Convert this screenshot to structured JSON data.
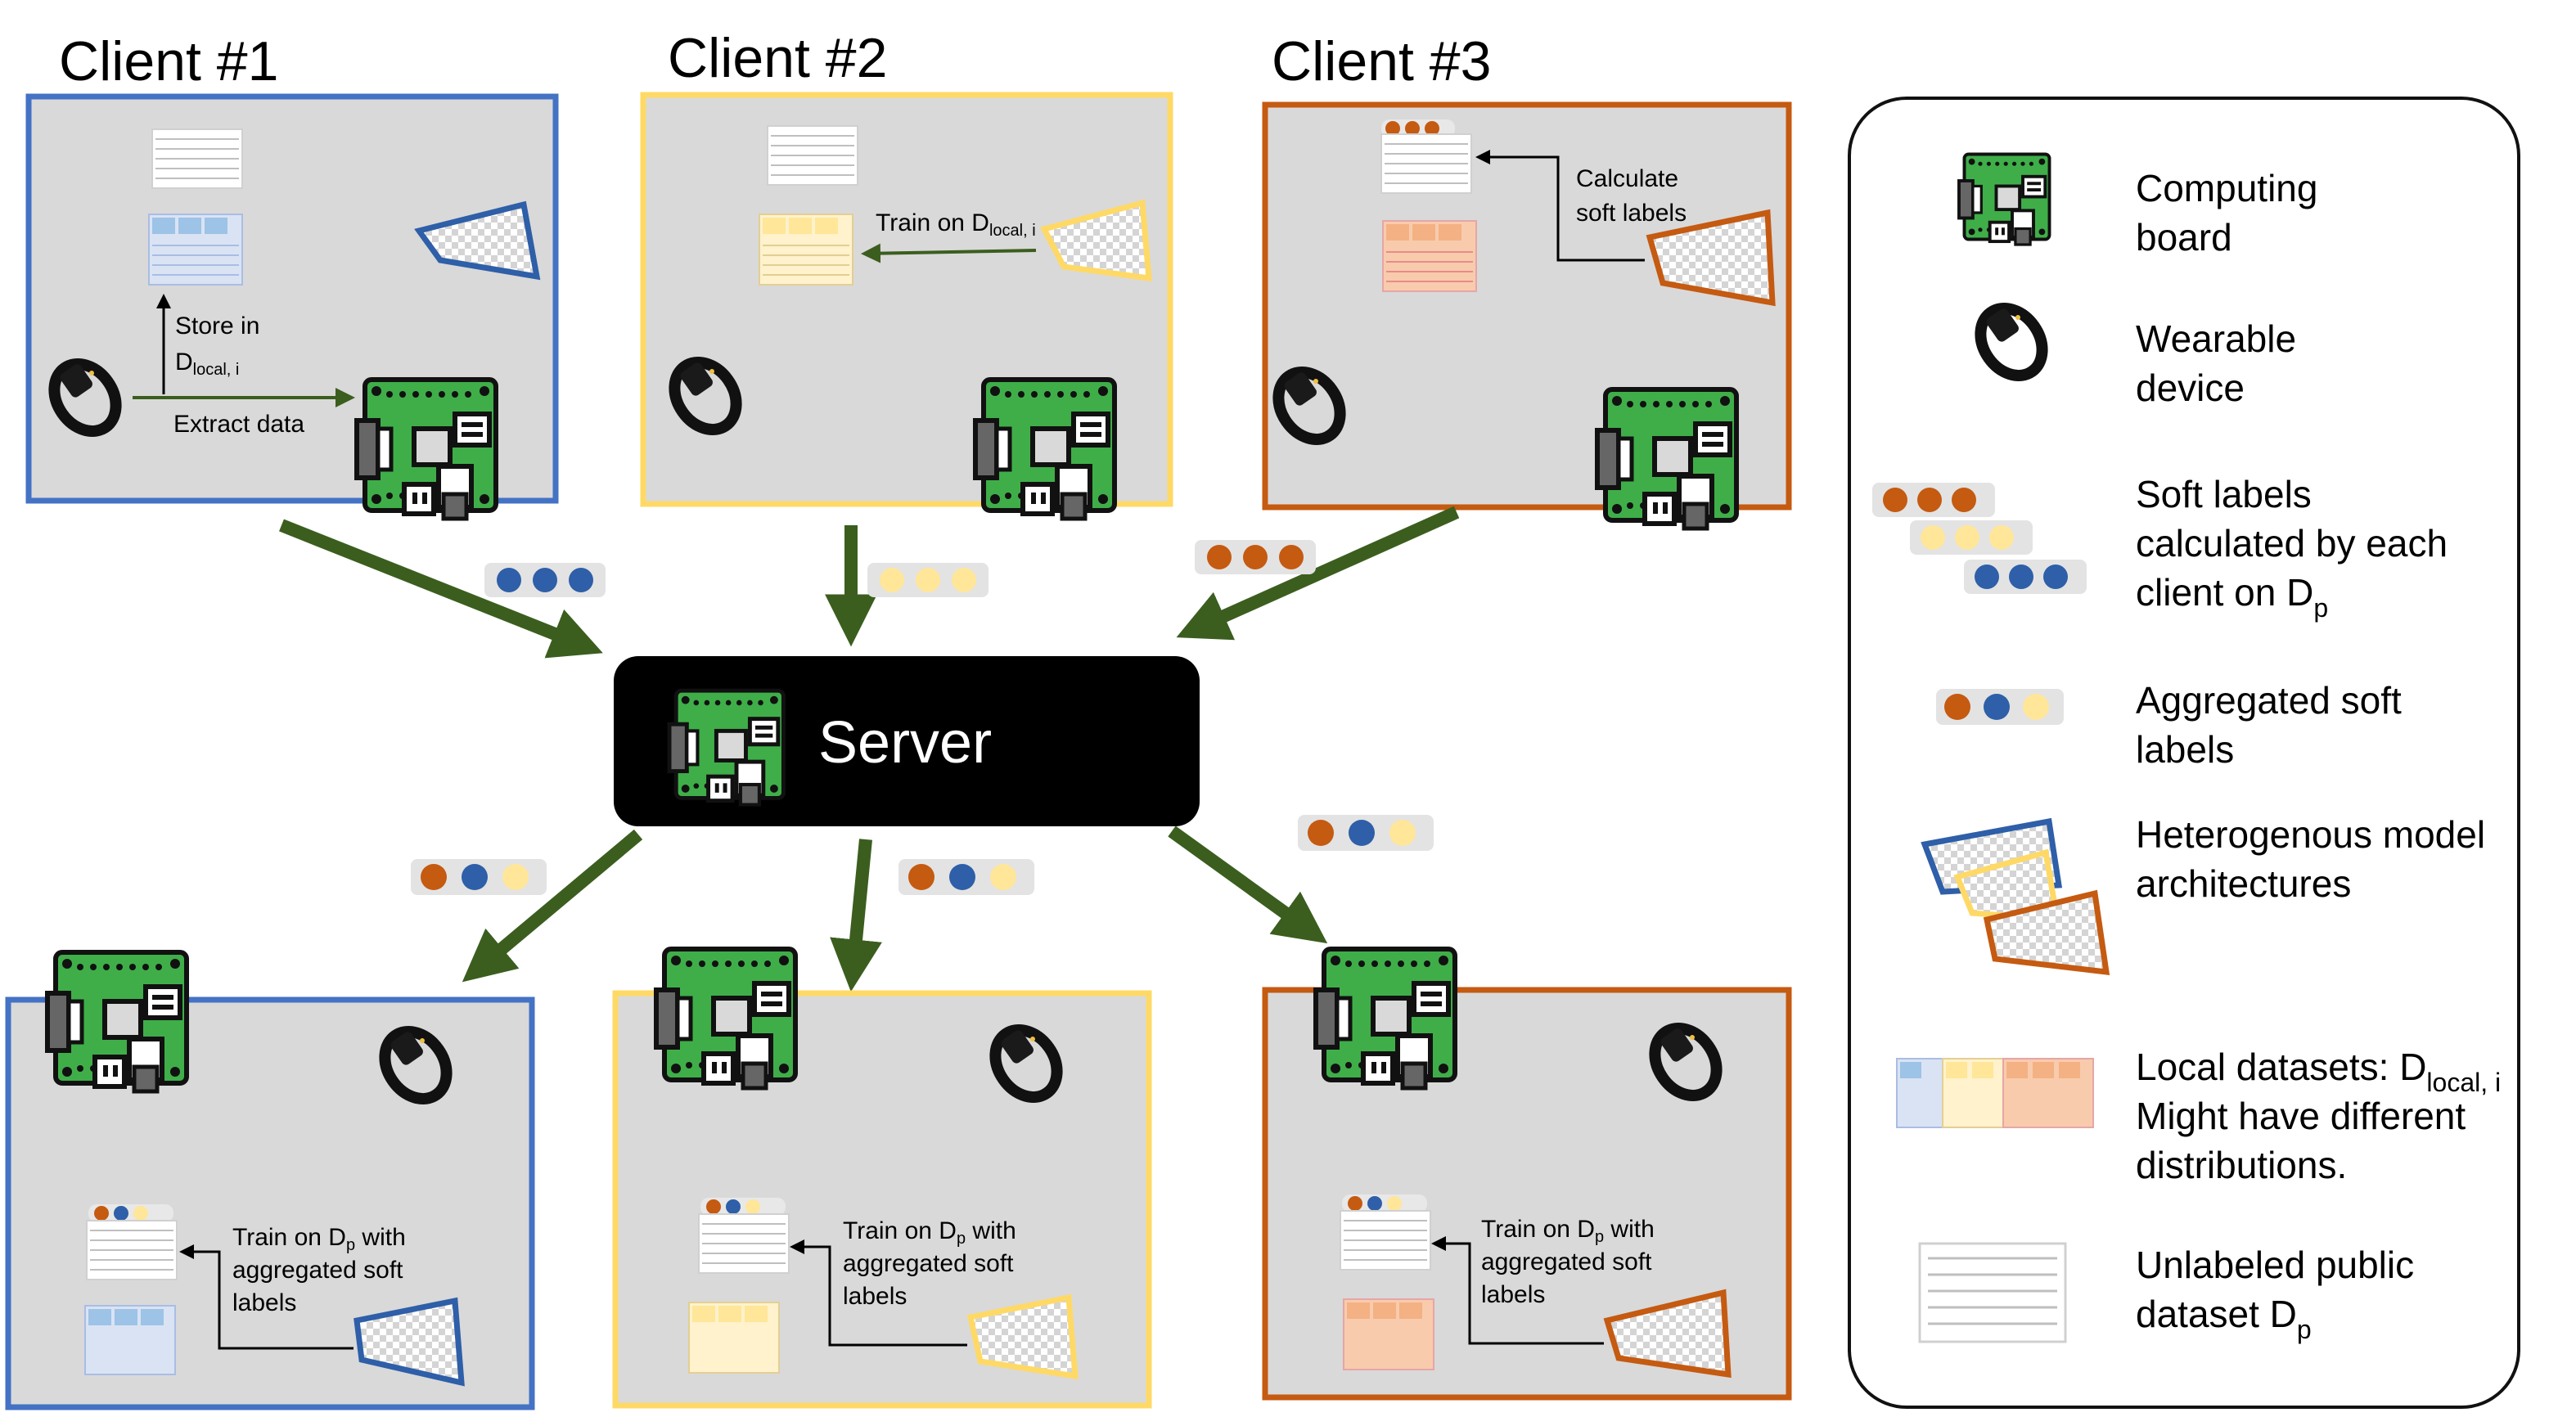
{
  "clients": [
    {
      "title": "Client #1",
      "color": "#4472c4",
      "store_label": "Store in",
      "store_dataset": "D",
      "store_sub": "local, i",
      "extract_label": "Extract data"
    },
    {
      "title": "Client #2",
      "color": "#ffd966",
      "train_label": "Train on D",
      "train_sub": "local, i"
    },
    {
      "title": "Client #3",
      "color": "#c55a11",
      "calc_line1": "Calculate",
      "calc_line2": "soft labels"
    }
  ],
  "bottom_clients": [
    {
      "line1_pre": "Train on D",
      "line1_sub": "p",
      "line1_post": " with",
      "line2": "aggregated soft",
      "line3": "labels",
      "color": "#4472c4"
    },
    {
      "line1_pre": "Train on D",
      "line1_sub": "p",
      "line1_post": " with",
      "line2": "aggregated soft",
      "line3": "labels",
      "color": "#ffd966"
    },
    {
      "line1_pre": "Train on D",
      "line1_sub": "p",
      "line1_post": " with",
      "line2": "aggregated soft",
      "line3": "labels",
      "color": "#c55a11"
    }
  ],
  "server": {
    "label": "Server"
  },
  "legend": {
    "computing": [
      "Computing",
      "board"
    ],
    "wearable": [
      "Wearable",
      "device"
    ],
    "soft": {
      "line1": "Soft labels",
      "line2": "calculated by each",
      "line3_pre": "client on D",
      "line3_sub": "p"
    },
    "aggregated": [
      "Aggregated soft",
      "labels"
    ],
    "hetero": [
      "Heterogenous model",
      "architectures"
    ],
    "local": {
      "line1_pre": "Local datasets: D",
      "line1_sub": "local, i",
      "line2": "Might have different",
      "line3": "distributions."
    },
    "public": {
      "line1": "Unlabeled public",
      "line2_pre": "dataset D",
      "line2_sub": "p"
    }
  },
  "colors": {
    "blue": "#2e5fa8",
    "yellow": "#ffe699",
    "orange": "#c55a11",
    "arrow": "#3b5e1f",
    "panel": "#d9d9d9",
    "board": "#3fae49"
  }
}
